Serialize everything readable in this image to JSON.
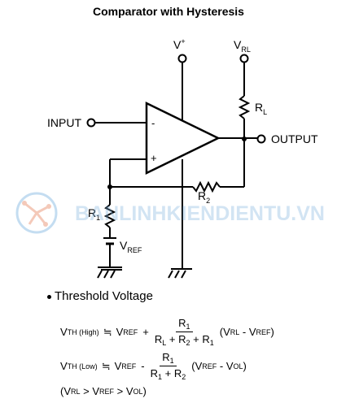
{
  "title": "Comparator with Hysteresis",
  "labels": {
    "vplus_main": "V",
    "vplus_sup": "+",
    "vrl_main": "V",
    "vrl_sub": "RL",
    "rl_main": "R",
    "rl_sub": "L",
    "input": "INPUT",
    "output": "OUTPUT",
    "minus": "-",
    "plus": "+",
    "r1_main": "R",
    "r1_sub": "1",
    "r2_main": "R",
    "r2_sub": "2",
    "vref_main": "V",
    "vref_sub": "REF"
  },
  "watermark": "BANLINHKIENDIENTU.VN",
  "bullet": "Threshold Voltage",
  "formula_high": {
    "lhs": "V",
    "lhs_sub": "TH (High)",
    "approx": "≒",
    "vref": "V",
    "vref_sub": "REF",
    "op": "+",
    "num": "R",
    "num_sub": "1",
    "den_a": "R",
    "den_a_sub": "L",
    "den_plus1": "+",
    "den_b": "R",
    "den_b_sub": "2",
    "den_plus2": "+",
    "den_c": "R",
    "den_c_sub": "1",
    "paren_open": "(V",
    "p1_sub": "RL",
    "p_minus": " - V",
    "p2_sub": "REF",
    "paren_close": ")"
  },
  "formula_low": {
    "lhs": "V",
    "lhs_sub": "TH (Low)",
    "approx": "≒",
    "vref": "V",
    "vref_sub": "REF",
    "op": "-",
    "num": "R",
    "num_sub": "1",
    "den_a": "R",
    "den_a_sub": "1",
    "den_plus": "+",
    "den_b": "R",
    "den_b_sub": "2",
    "paren_open": "(V",
    "p1_sub": "REF",
    "p_minus": " - V",
    "p2_sub": "OL",
    "paren_close": ")"
  },
  "condition": {
    "open": "(V",
    "a_sub": "RL",
    "gt1": " > V",
    "b_sub": "REF",
    "gt2": " > V",
    "c_sub": "OL",
    "close": ")"
  }
}
